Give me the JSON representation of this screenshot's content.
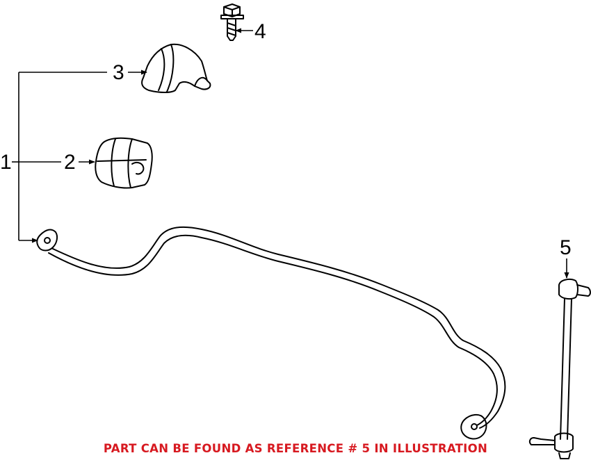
{
  "callouts": {
    "c1": "1",
    "c2": "2",
    "c3": "3",
    "c4": "4",
    "c5": "5"
  },
  "parts": {
    "p2_icon": "stabilizer-bushing-icon",
    "p3_icon": "bushing-bracket-icon",
    "p4_icon": "bracket-bolt-icon",
    "p5_icon": "stabilizer-link-icon",
    "bar_icon": "stabilizer-bar-icon"
  },
  "note": "PART CAN BE FOUND AS REFERENCE # 5 IN ILLUSTRATION",
  "colors": {
    "note": "#d71920",
    "line": "#000000",
    "background": "#ffffff"
  }
}
